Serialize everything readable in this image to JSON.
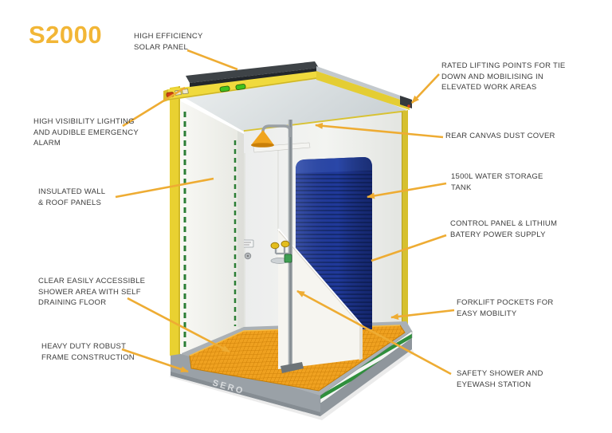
{
  "title": {
    "product_name": "S2000"
  },
  "brand": {
    "label": "SERO"
  },
  "callouts": {
    "solar_panel": {
      "label": "HIGH EFFICIENCY\nSOLAR PANEL"
    },
    "lifting_points": {
      "label": "RATED LIFTING POINTS FOR TIE\nDOWN AND MOBILISING IN\nELEVATED WORK AREAS"
    },
    "high_visibility": {
      "label": "HIGH VISIBILITY LIGHTING\nAND AUDIBLE EMERGENCY\nALARM"
    },
    "dust_cover": {
      "label": "REAR CANVAS DUST COVER"
    },
    "insulated": {
      "label": "INSULATED WALL\n& ROOF PANELS"
    },
    "water_tank": {
      "label": "1500L WATER STORAGE\nTANK"
    },
    "control_panel": {
      "label": "CONTROL PANEL & LITHIUM\nBATERY POWER SUPPLY"
    },
    "shower_area": {
      "label": "CLEAR EASILY ACCESSIBLE\nSHOWER AREA WITH SELF\nDRAINING FLOOR"
    },
    "forklift": {
      "label": "FORKLIFT POCKETS FOR\nEASY MOBILITY"
    },
    "frame": {
      "label": "HEAVY DUTY ROBUST\nFRAME CONSTRUCTION"
    },
    "safety_shower": {
      "label": "SAFETY SHOWER AND\nEYEWASH STATION"
    }
  },
  "colors": {
    "title_yellow": "#f2b636",
    "callout_line": "#eeac33",
    "frame_yellow": "#ebd434",
    "tank_blue": "#1e3793",
    "floor_orange": "#efa120",
    "base_grey": "#9aa1a7",
    "hazard_green": "#2f8f3c",
    "label_text": "#3c3c3c"
  }
}
